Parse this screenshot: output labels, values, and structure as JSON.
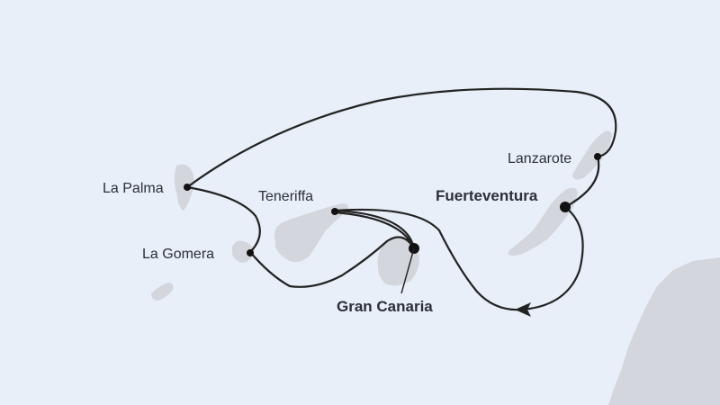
{
  "colors": {
    "sea": "#e8eff8",
    "land": "#d3d6dc",
    "route": "#222222",
    "label": "#2a2f38"
  },
  "ports": [
    {
      "name": "La Palma",
      "bold": false
    },
    {
      "name": "La Gomera",
      "bold": false
    },
    {
      "name": "Teneriffa",
      "bold": false
    },
    {
      "name": "Gran Canaria",
      "bold": true
    },
    {
      "name": "Fuerteventura",
      "bold": true
    },
    {
      "name": "Lanzarote",
      "bold": false
    }
  ]
}
